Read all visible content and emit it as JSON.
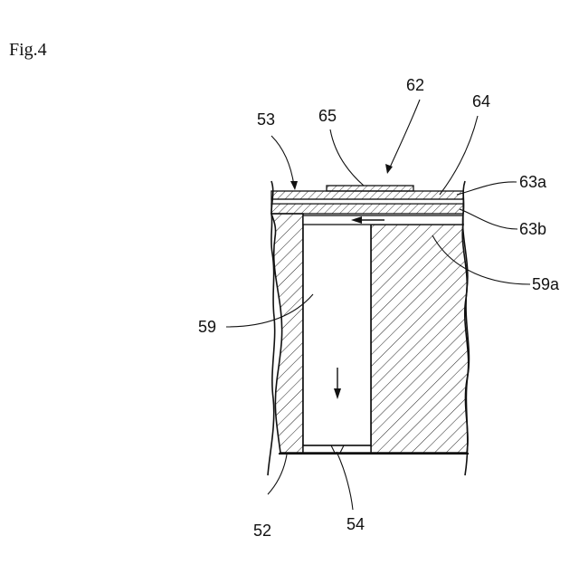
{
  "figure": {
    "title": "Fig.4"
  },
  "labels": {
    "l62": "62",
    "l53": "53",
    "l65": "65",
    "l64": "64",
    "l63a": "63a",
    "l63b": "63b",
    "l59a": "59a",
    "l59": "59",
    "l52": "52",
    "l54": "54"
  }
}
